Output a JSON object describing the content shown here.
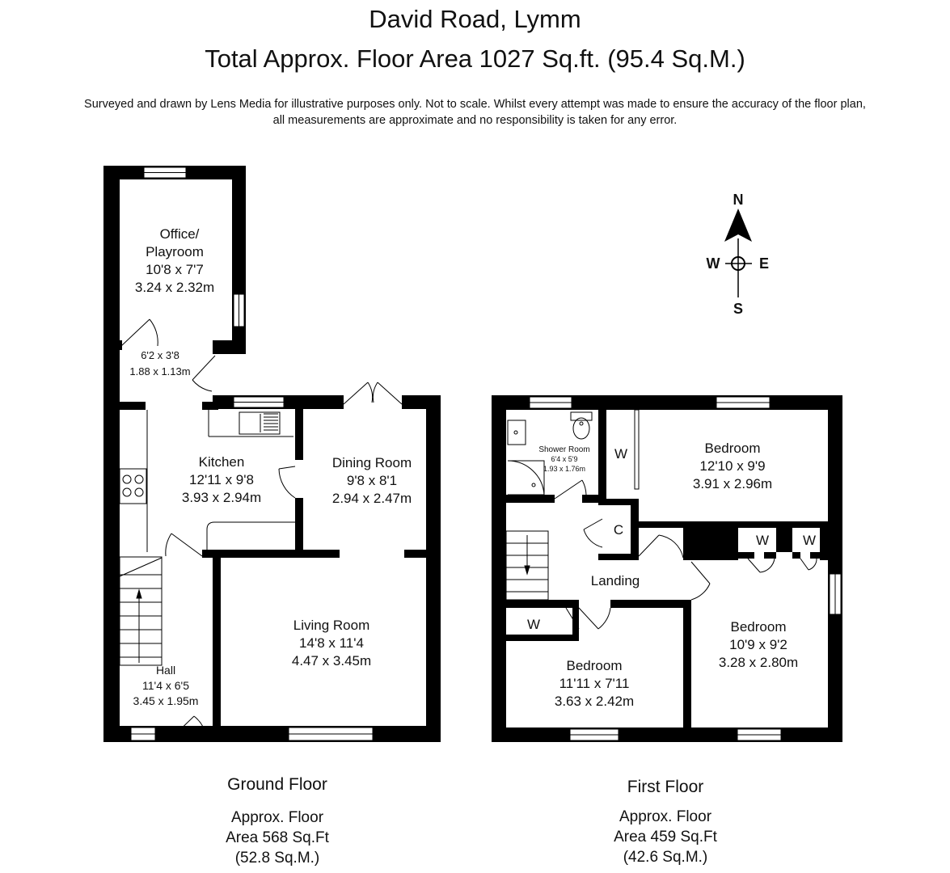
{
  "header": {
    "title": "David Road, Lymm",
    "subtitle": "Total Approx. Floor Area 1027 Sq.ft. (95.4 Sq.M.)",
    "disclaimer_line1": "Surveyed and drawn by Lens Media for illustrative purposes only. Not to scale. Whilst every attempt was made to ensure the accuracy of the floor plan,",
    "disclaimer_line2": "all measurements are approximate and no responsibility is taken for any error."
  },
  "compass": {
    "n": "N",
    "s": "S",
    "e": "E",
    "w": "W"
  },
  "ground_floor": {
    "label": "Ground Floor",
    "area_line1": "Approx. Floor",
    "area_line2": "Area 568 Sq.Ft",
    "area_line3": "(52.8 Sq.M.)",
    "office": {
      "name1": "Office/",
      "name2": "Playroom",
      "imperial": "10'8 x 7'7",
      "metric": "3.24 x 2.32m"
    },
    "lobby": {
      "imperial": "6'2 x 3'8",
      "metric": "1.88 x 1.13m"
    },
    "kitchen": {
      "name": "Kitchen",
      "imperial": "12'11 x 9'8",
      "metric": "3.93 x 2.94m"
    },
    "dining": {
      "name": "Dining Room",
      "imperial": "9'8 x 8'1",
      "metric": "2.94 x 2.47m"
    },
    "living": {
      "name": "Living Room",
      "imperial": "14'8 x 11'4",
      "metric": "4.47 x 3.45m"
    },
    "hall": {
      "name": "Hall",
      "imperial": "11'4 x 6'5",
      "metric": "3.45 x 1.95m"
    }
  },
  "first_floor": {
    "label": "First Floor",
    "area_line1": "Approx. Floor",
    "area_line2": "Area 459 Sq.Ft",
    "area_line3": "(42.6 Sq.M.)",
    "shower": {
      "name": "Shower Room",
      "imperial": "6'4 x 5'9",
      "metric": "1.93 x 1.76m"
    },
    "bedroom1": {
      "name": "Bedroom",
      "imperial": "12'10 x 9'9",
      "metric": "3.91 x 2.96m"
    },
    "bedroom2": {
      "name": "Bedroom",
      "imperial": "10'9 x 9'2",
      "metric": "3.28 x 2.80m"
    },
    "bedroom3": {
      "name": "Bedroom",
      "imperial": "11'11 x 7'11",
      "metric": "3.63 x 2.42m"
    },
    "landing": "Landing",
    "cupboard": "C",
    "wardrobe1": "W",
    "wardrobe2": "W",
    "wardrobe3": "W",
    "wardrobe4": "W"
  }
}
